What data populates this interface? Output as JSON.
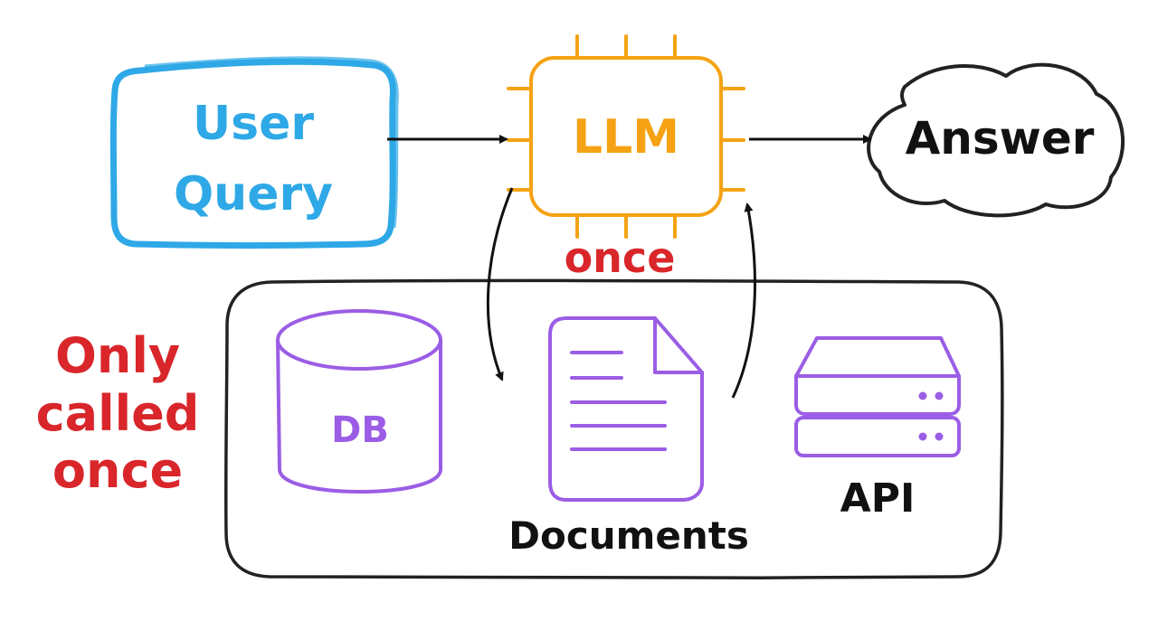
{
  "user_query": {
    "line1": "User",
    "line2": "Query"
  },
  "llm": {
    "label": "LLM",
    "note": "once"
  },
  "answer": {
    "label": "Answer"
  },
  "side_note": {
    "line1": "Only",
    "line2": "called",
    "line3": "once"
  },
  "sources": {
    "db": "DB",
    "documents": "Documents",
    "api": "API"
  },
  "colors": {
    "user_query": "#2ea8e6",
    "llm": "#f5a214",
    "note": "#d9262b",
    "source_icon": "#9b5de5",
    "ink": "#111111"
  },
  "icons": [
    "cpu-chip-icon",
    "cloud-shape",
    "database-icon",
    "document-icon",
    "server-icon"
  ]
}
